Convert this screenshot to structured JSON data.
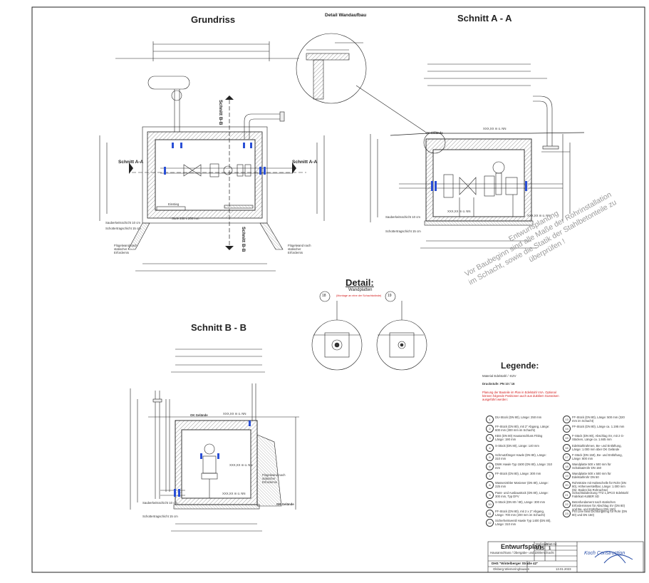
{
  "titles": {
    "grundriss": "Grundriss",
    "wandaufbau": "Detail Wandaufbau",
    "schnitt_aa": "Schnitt A - A",
    "schnitt_bb": "Schnitt B - B",
    "detail": "Detail:",
    "detail_sub": "Wandplatten",
    "detail_note": "(Montage an eine der Schachtwände)",
    "legende": "Legende:"
  },
  "section_labels": {
    "schnitt_aa_left": "Schnitt A-A",
    "schnitt_aa_right": "Schnitt A-A",
    "schnitt_bb_top": "Schnitt B-B",
    "schnitt_bb_bottom": "Schnitt B-B"
  },
  "plan_labels": {
    "ok_gelaende_1": "OK Gelände",
    "ok_gelaende_2": "OK Gelände",
    "ok_gelaende_3": "OK Gelände",
    "stufe": "Stufe 240 x 200 mm",
    "sauberkeitsschicht_1": "Sauberkeitsschicht 10 cm",
    "schotter_1": "Schottertragschicht 15 cm",
    "sauberkeitsschicht_2": "Sauberkeitsschicht 10 cm",
    "schotter_2": "Schottertragschicht 15 cm",
    "sauberkeitsschicht_3": "Sauberkeitsschicht 10 cm",
    "schotter_3": "Schottertragschicht 15 cm",
    "fluegelwand_1": "Flügelwand nach statischer Erfordernis",
    "fluegelwand_2": "Flügelwand nach statischer Erfordernis",
    "fluegelwand_3": "Flügelwand nach statischer Erfordernis",
    "einstieg": "Einstieg",
    "level_1": "XXX,XX m ü. NN",
    "level_2": "XXX,XX m ü. NN",
    "level_3": "XXX,XX m ü. NN",
    "level_4": "XXX,XX m ü. NN",
    "level_5": "XXX,XX m ü. NN",
    "level_6": "XXX,XX m ü. NN",
    "detail_18": "18",
    "detail_19": "19"
  },
  "watermark": {
    "line1": "Entwurfsplanung",
    "line2": "Vor Baubeginn sind alle Maße der Rohrinstallation",
    "line3": "im Schacht, sowie die Statik der Stahlbetonteile zu",
    "line4": "überprüfen !"
  },
  "legend": {
    "material": "Material Edelstahl / -EZV",
    "druckstufe": "Druckstufe: PN 10 / 16",
    "red_note": "Planung der Bauteile im Plan in Edelstahl V4A. Optional können folgende Positionen auch aus duktilem Gusseisen ausgeführt werden:",
    "items_left": [
      {
        "num": "1",
        "text": "DU-Stück (DN 80), Länge: 250 mm"
      },
      {
        "num": "2",
        "text": "FF-Stück (DN 80), mit 2\" Abgang, Länge: 600 mm (300 mm im Schacht)"
      },
      {
        "num": "3",
        "text": "KBS (DN 80) Hausanschluss Fitting Länge: 190 mm"
      },
      {
        "num": "4",
        "text": "S-Stück (DN 80), Länge: 140 mm"
      },
      {
        "num": "5",
        "text": "Schmutzfänger Hawle (DN 80), Länge: 310 mm"
      },
      {
        "num": "6",
        "text": "DWK Hawle Typ 1500 (DN 80), Länge: 310 mm"
      },
      {
        "num": "7",
        "text": "FF-Stück (DN 80), Länge: 300 mm"
      },
      {
        "num": "8",
        "text": "Wasserzähler Mosiener (DN 80), Länge: 225 mm"
      },
      {
        "num": "9",
        "text": "Pass- und Ausbaustück (DN 80), Länge: 300 mm, Typ DFV"
      },
      {
        "num": "10",
        "text": "S-Stück (DN 80 / 80), Länge: 300 mm"
      },
      {
        "num": "11",
        "text": "FF-Stück (DN 80), mit 2 x 2\" Abgang, Länge: 700 mm (200 mm im Schacht)"
      },
      {
        "num": "12",
        "text": "Sicherheitsventil Hawle Typ 1400 (DN 80), Länge: 310 mm"
      }
    ],
    "items_right": [
      {
        "num": "13",
        "text": "FF-Stück (DN 80), Länge: 500 mm (320 mm im Schacht)"
      },
      {
        "num": "14",
        "text": "FF-Stück (DN 80), Länge ca. 1.195 mm"
      },
      {
        "num": "15",
        "text": "F-Stück (DN 80), Abschlag SV, mit 2 G-Stücken, Länge ca. 1.845 mm"
      },
      {
        "num": "16",
        "text": "Edelstahlrahmen, Be- und Entlüftung, Länge: 1.000 mm über OK Gelände"
      },
      {
        "num": "17",
        "text": "F-Stück (DN 150), Be- und Entlüftung, Länge: 800 mm"
      },
      {
        "num": "18",
        "text": "Wandplatte 500 x 500 mm für Schalsatzrohr DN 150"
      },
      {
        "num": "19",
        "text": "Wandplatte 500 x 500 mm für Edelstahlrohr DN 50"
      },
      {
        "num": "20",
        "text": "Rohrstütze mit Halteschelle für Rohr (DN 80), Höhenverstellbar, Länge: 1.000 mm (Dir. Boden bis Rohrachse)"
      },
      {
        "num": "21",
        "text": "Schachtabdeckung TTZ 1,4PCO Edelstahl Fabrikat HUBER SD"
      },
      {
        "num": "22",
        "text": "Betonfundament nach statischen Erfordernissen für Abschlag SV (DN 80) und Be- und Entlüftung (DN 150)"
      },
      {
        "num": "23",
        "text": "PSI Link-Seal Dichtungsring für Rohr (DN 80) und DN 150)"
      }
    ]
  },
  "title_block": {
    "title": "Entwurfsplan",
    "subtitle": "Hausanschluss / Übergabe- und Zählerschacht",
    "scale_label": "Maßstab",
    "scale": "1:25",
    "sheet_label": "Blatt-Nr.",
    "sheet": "1",
    "project": "DHS \"Wintelberger Straße 42\"",
    "location": "Olsberg-Wiemeringhausen",
    "date": "13.01.2023",
    "company": "Koch Construction"
  },
  "colors": {
    "line": "#222222",
    "blue_flange": "#2a4fd6",
    "red_text": "#d41a1a",
    "watermark": "#9a9a9a",
    "brand_blue": "#2a4fa8"
  }
}
